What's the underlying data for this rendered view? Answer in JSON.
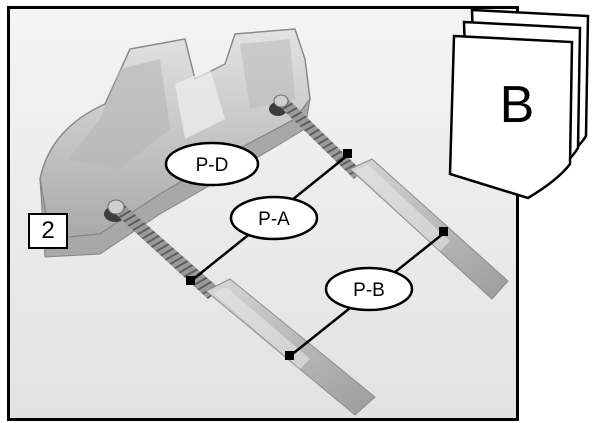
{
  "step_number": "2",
  "document_letter": "B",
  "callouts": {
    "pd": "P-D",
    "pa": "P-A",
    "pb": "P-B"
  },
  "colors": {
    "frame": "#000000",
    "bracket": "#c9c9c9",
    "plug": "#bdbdbd",
    "screw": "#8a8a8a"
  }
}
